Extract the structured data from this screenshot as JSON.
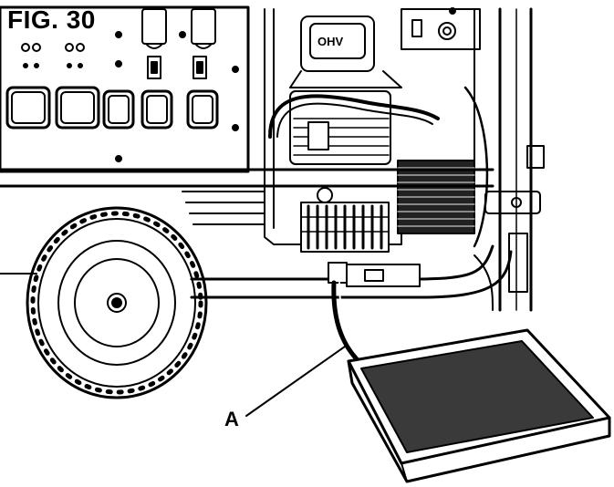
{
  "figure": {
    "title": "FIG. 30",
    "engine_label": "OHV"
  },
  "callouts": [
    {
      "id": "A",
      "label": "A"
    }
  ],
  "icons": [
    "outlet-icon",
    "wheel-icon",
    "drain-hose-icon",
    "oil-pan-icon"
  ]
}
